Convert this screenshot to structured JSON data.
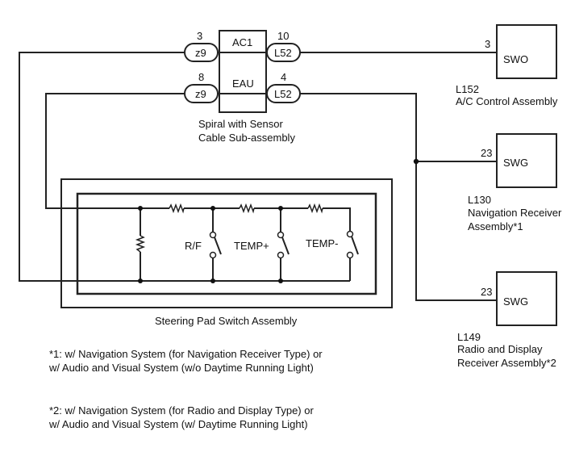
{
  "spiral_cable": {
    "name_line1": "Spiral with Sensor",
    "name_line2": "Cable Sub-assembly",
    "terminals": [
      {
        "label": "AC1",
        "left_pin": "3",
        "left_connector": "z9",
        "right_pin": "10",
        "right_connector": "L52"
      },
      {
        "label": "EAU",
        "left_pin": "8",
        "left_connector": "z9",
        "right_pin": "4",
        "right_connector": "L52"
      }
    ]
  },
  "ac_control": {
    "code": "L152",
    "name": "A/C Control Assembly",
    "terminal": "SWO",
    "pin": "3"
  },
  "nav_receiver": {
    "code": "L130",
    "name_line1": "Navigation Receiver",
    "name_line2": "Assembly*1",
    "terminal": "SWG",
    "pin": "23"
  },
  "radio_display": {
    "code": "L149",
    "name_line1": "Radio and Display",
    "name_line2": "Receiver Assembly*2",
    "terminal": "SWG",
    "pin": "23"
  },
  "steering_pad": {
    "name": "Steering Pad Switch Assembly",
    "switches": [
      "R/F",
      "TEMP+",
      "TEMP-"
    ]
  },
  "notes": [
    {
      "line1": "*1: w/ Navigation System (for Navigation Receiver Type) or",
      "line2": "w/ Audio and Visual System (w/o Daytime Running Light)"
    },
    {
      "line1": "*2: w/ Navigation System (for Radio and Display Type) or",
      "line2": "w/ Audio and Visual System (w/ Daytime Running Light)"
    }
  ]
}
